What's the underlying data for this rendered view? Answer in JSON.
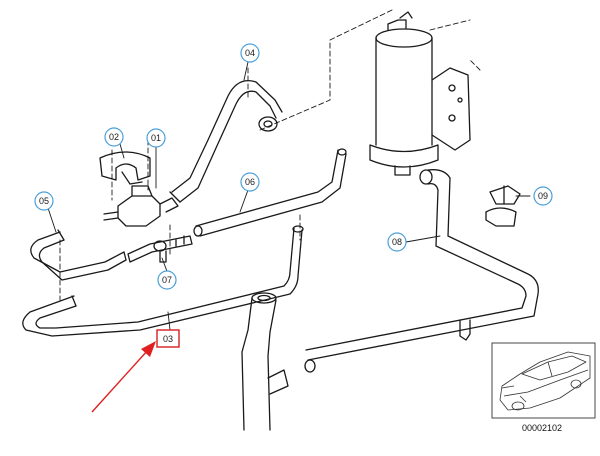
{
  "diagram": {
    "callouts": [
      {
        "id": "c01",
        "label": "01"
      },
      {
        "id": "c02",
        "label": "02"
      },
      {
        "id": "c03",
        "label": "03"
      },
      {
        "id": "c04",
        "label": "04"
      },
      {
        "id": "c05",
        "label": "05"
      },
      {
        "id": "c06",
        "label": "06"
      },
      {
        "id": "c07",
        "label": "07"
      },
      {
        "id": "c08",
        "label": "08"
      },
      {
        "id": "c09",
        "label": "09"
      }
    ],
    "document_number": "00002102"
  },
  "colors": {
    "line": "#1a1a1a",
    "callout_ring": "#4a9fd8",
    "highlight_box": "#d42020",
    "arrow": "#e02020"
  },
  "icons": [
    "car-thumbnail-icon",
    "red-arrow-icon"
  ]
}
